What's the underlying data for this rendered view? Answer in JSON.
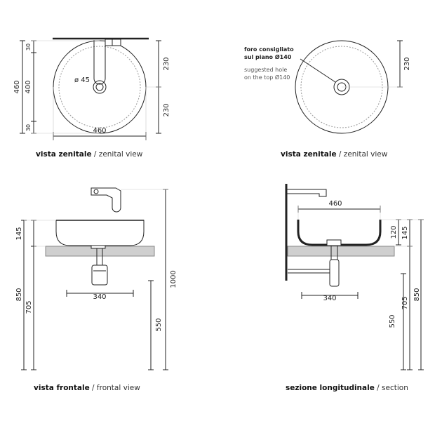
{
  "top_left": {
    "caption_bold": "vista zenitale",
    "caption_light": " / zenital view",
    "dims": {
      "width": "460",
      "depth_total": "460",
      "depth_inner": "400",
      "rim_top": "30",
      "rim_bottom": "30",
      "half_top": "230",
      "half_bottom": "230",
      "hole": "ø 45"
    }
  },
  "top_right": {
    "caption_bold": "vista zenitale",
    "caption_light": " / zenital view",
    "note_it_1": "foro consigliato",
    "note_it_2": "sul piano Ø140",
    "note_en_1": "suggested hole",
    "note_en_2": "on the top Ø140",
    "dims": {
      "half": "230"
    }
  },
  "bottom_left": {
    "caption_bold": "vista frontale",
    "caption_light": " / frontal view",
    "dims": {
      "bowl_height": "145",
      "total_850": "850",
      "depth_705": "705",
      "trap_width": "340",
      "floor_550": "550",
      "tap_1000": "1000"
    }
  },
  "bottom_right": {
    "caption_bold": "sezione longitudinale",
    "caption_light": " / section",
    "dims": {
      "width": "460",
      "inner_120": "120",
      "outer_145": "145",
      "depth_705": "705",
      "total_850": "850",
      "trap_width": "340",
      "floor_550": "550"
    }
  }
}
